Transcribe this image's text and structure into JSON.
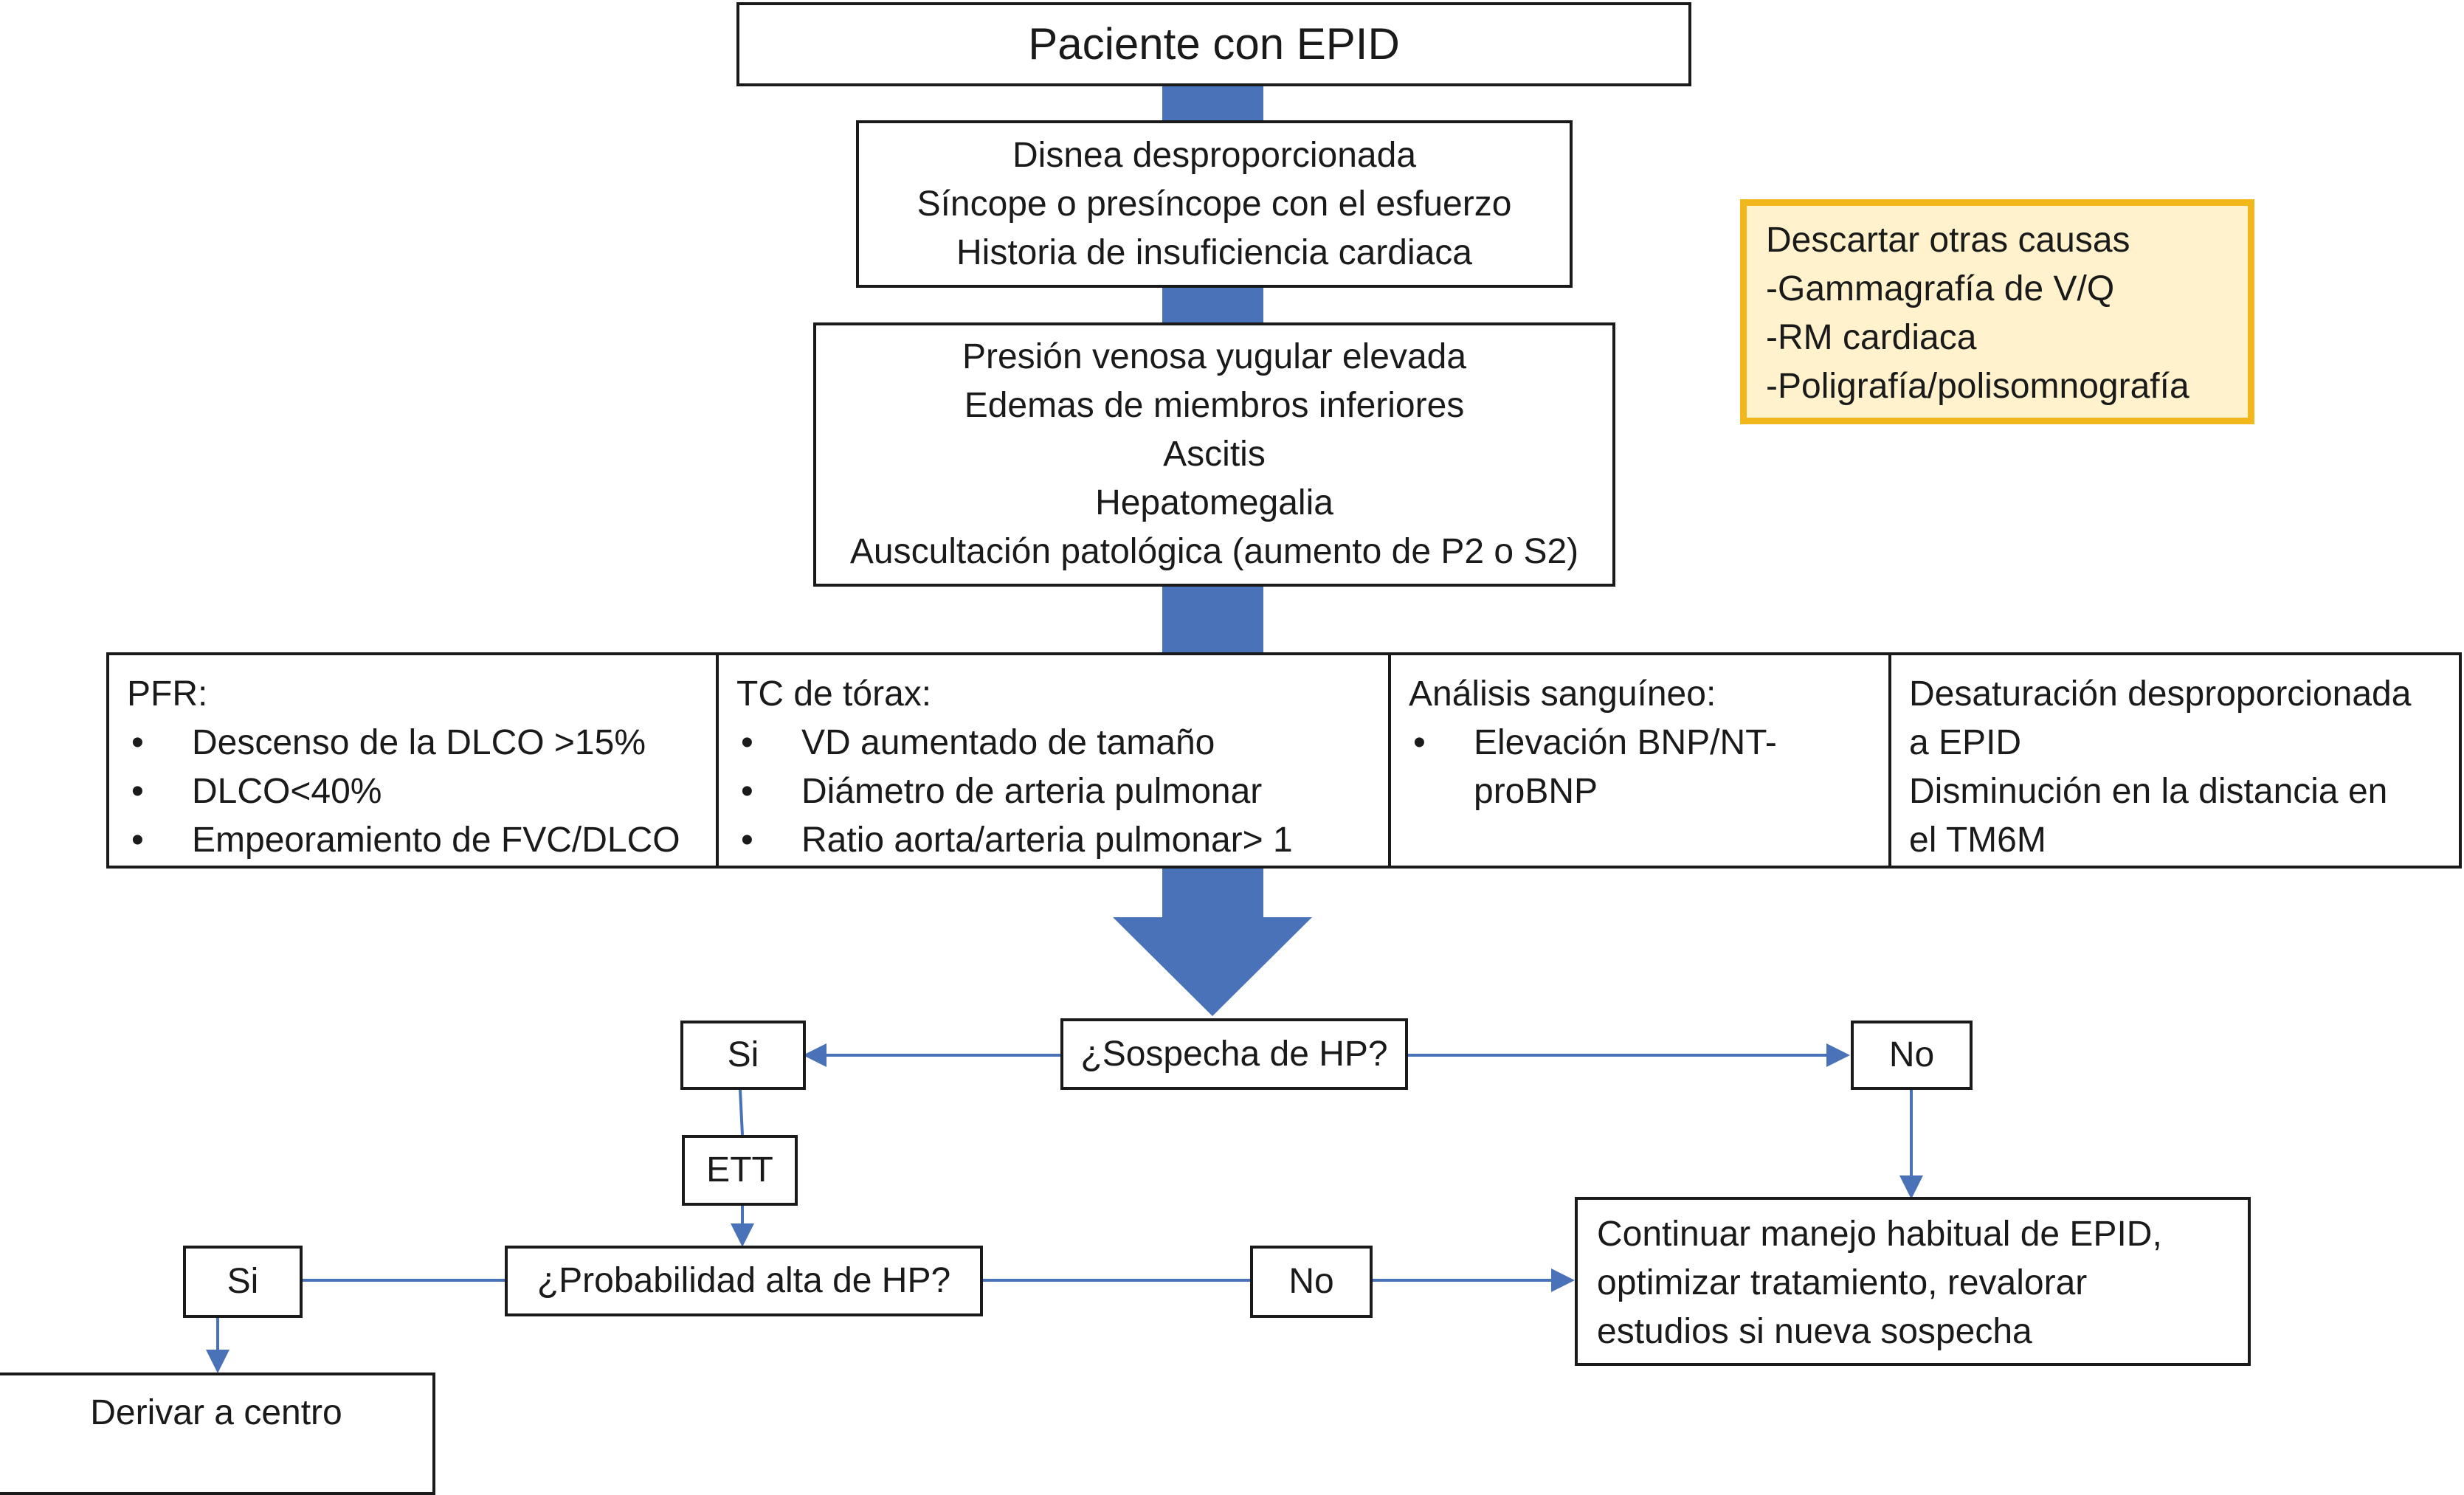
{
  "start": {
    "label": "Paciente con EPID"
  },
  "symptoms": {
    "lines": [
      "Disnea desproporcionada",
      "Síncope o presíncope con el esfuerzo",
      "Historia de insuficiencia cardiaca"
    ]
  },
  "exam": {
    "lines": [
      "Presión venosa yugular elevada",
      "Edemas de miembros inferiores",
      "Ascitis",
      "Hepatomegalia",
      "Auscultación patológica (aumento de P2 o S2)"
    ]
  },
  "tests": [
    {
      "title": "PFR:",
      "bullets": [
        "Descenso de la DLCO >15%",
        "DLCO<40%",
        "Empeoramiento de FVC/DLCO"
      ]
    },
    {
      "title": "TC de tórax:",
      "bullets": [
        "VD aumentado de tamaño",
        "Diámetro de arteria pulmonar",
        "Ratio aorta/arteria pulmonar> 1"
      ]
    },
    {
      "title": "Análisis sanguíneo:",
      "bullets": [
        "Elevación BNP/NT-",
        "proBNP"
      ]
    },
    {
      "lines": [
        "Desaturación desproporcionada",
        "a EPID",
        "Disminución en la distancia en",
        "el TM6M"
      ]
    }
  ],
  "note": {
    "lines": [
      "Descartar otras causas",
      "-Gammagrafía de V/Q",
      "-RM cardiaca",
      "-Poligrafía/polisomnografía"
    ]
  },
  "decision1": {
    "label": "¿Sospecha de HP?",
    "yes": "Si",
    "no": "No"
  },
  "ett": {
    "label": "ETT"
  },
  "decision2": {
    "label": "¿Probabilidad alta de HP?",
    "yes": "Si",
    "no": "No"
  },
  "outcome_refer": {
    "label": "Derivar a centro"
  },
  "outcome_continue": {
    "lines": [
      "Continuar manejo habitual de EPID,",
      "optimizar tratamiento, revalorar",
      "estudios si nueva sospecha"
    ]
  },
  "colors": {
    "flow_arrow": "#4a72b8",
    "connector": "#4a72b8",
    "note_border": "#f2b71b",
    "note_fill": "#fff2cc",
    "box_border": "#1a1a1a"
  }
}
